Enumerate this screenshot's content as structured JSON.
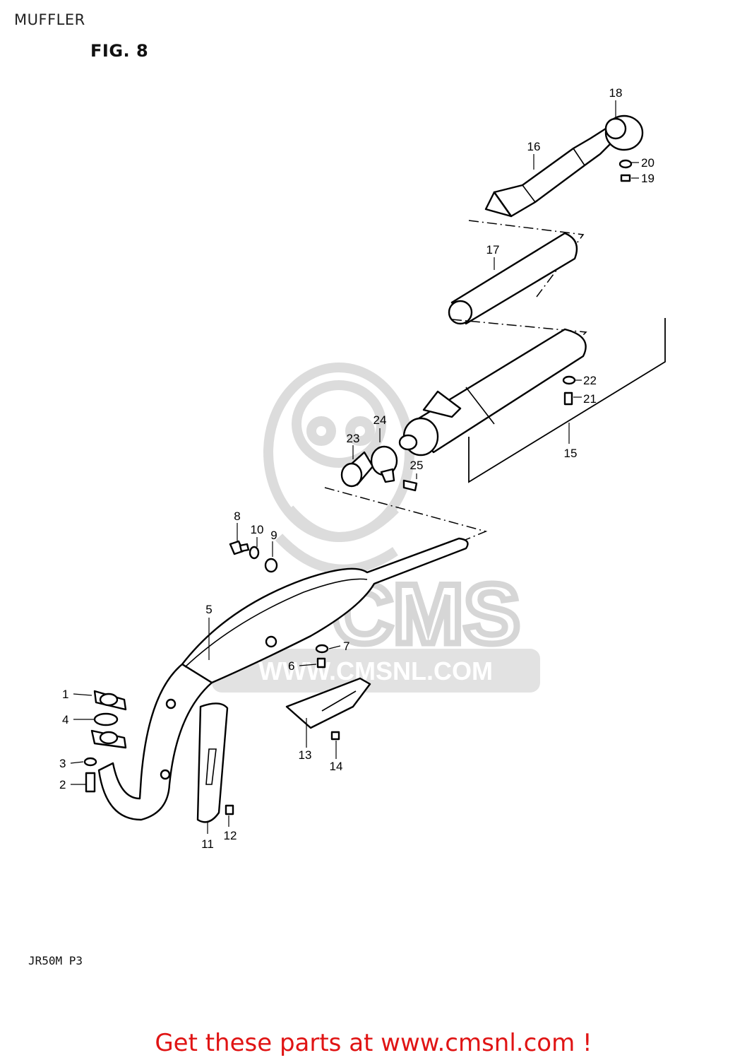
{
  "header": {
    "title": "MUFFLER",
    "figure": "FIG. 8"
  },
  "footer": {
    "model_code": "JR50M P3",
    "cta": "Get these parts at www.cmsnl.com !"
  },
  "watermark": {
    "brand": "CMS",
    "url": "WWW.CMSNL.COM"
  },
  "colors": {
    "cta": "#e01414",
    "line": "#000000",
    "watermark": "#dcdcdc"
  },
  "callouts": [
    {
      "id": "1",
      "label": "1"
    },
    {
      "id": "2",
      "label": "2"
    },
    {
      "id": "3",
      "label": "3"
    },
    {
      "id": "4",
      "label": "4"
    },
    {
      "id": "5",
      "label": "5"
    },
    {
      "id": "6",
      "label": "6"
    },
    {
      "id": "7",
      "label": "7"
    },
    {
      "id": "8",
      "label": "8"
    },
    {
      "id": "9",
      "label": "9"
    },
    {
      "id": "10",
      "label": "10"
    },
    {
      "id": "11",
      "label": "11"
    },
    {
      "id": "12",
      "label": "12"
    },
    {
      "id": "13",
      "label": "13"
    },
    {
      "id": "14",
      "label": "14"
    },
    {
      "id": "15",
      "label": "15"
    },
    {
      "id": "16",
      "label": "16"
    },
    {
      "id": "17",
      "label": "17"
    },
    {
      "id": "18",
      "label": "18"
    },
    {
      "id": "19",
      "label": "19"
    },
    {
      "id": "20",
      "label": "20"
    },
    {
      "id": "21",
      "label": "21"
    },
    {
      "id": "22",
      "label": "22"
    },
    {
      "id": "23",
      "label": "23"
    },
    {
      "id": "24",
      "label": "24"
    },
    {
      "id": "25",
      "label": "25"
    }
  ]
}
